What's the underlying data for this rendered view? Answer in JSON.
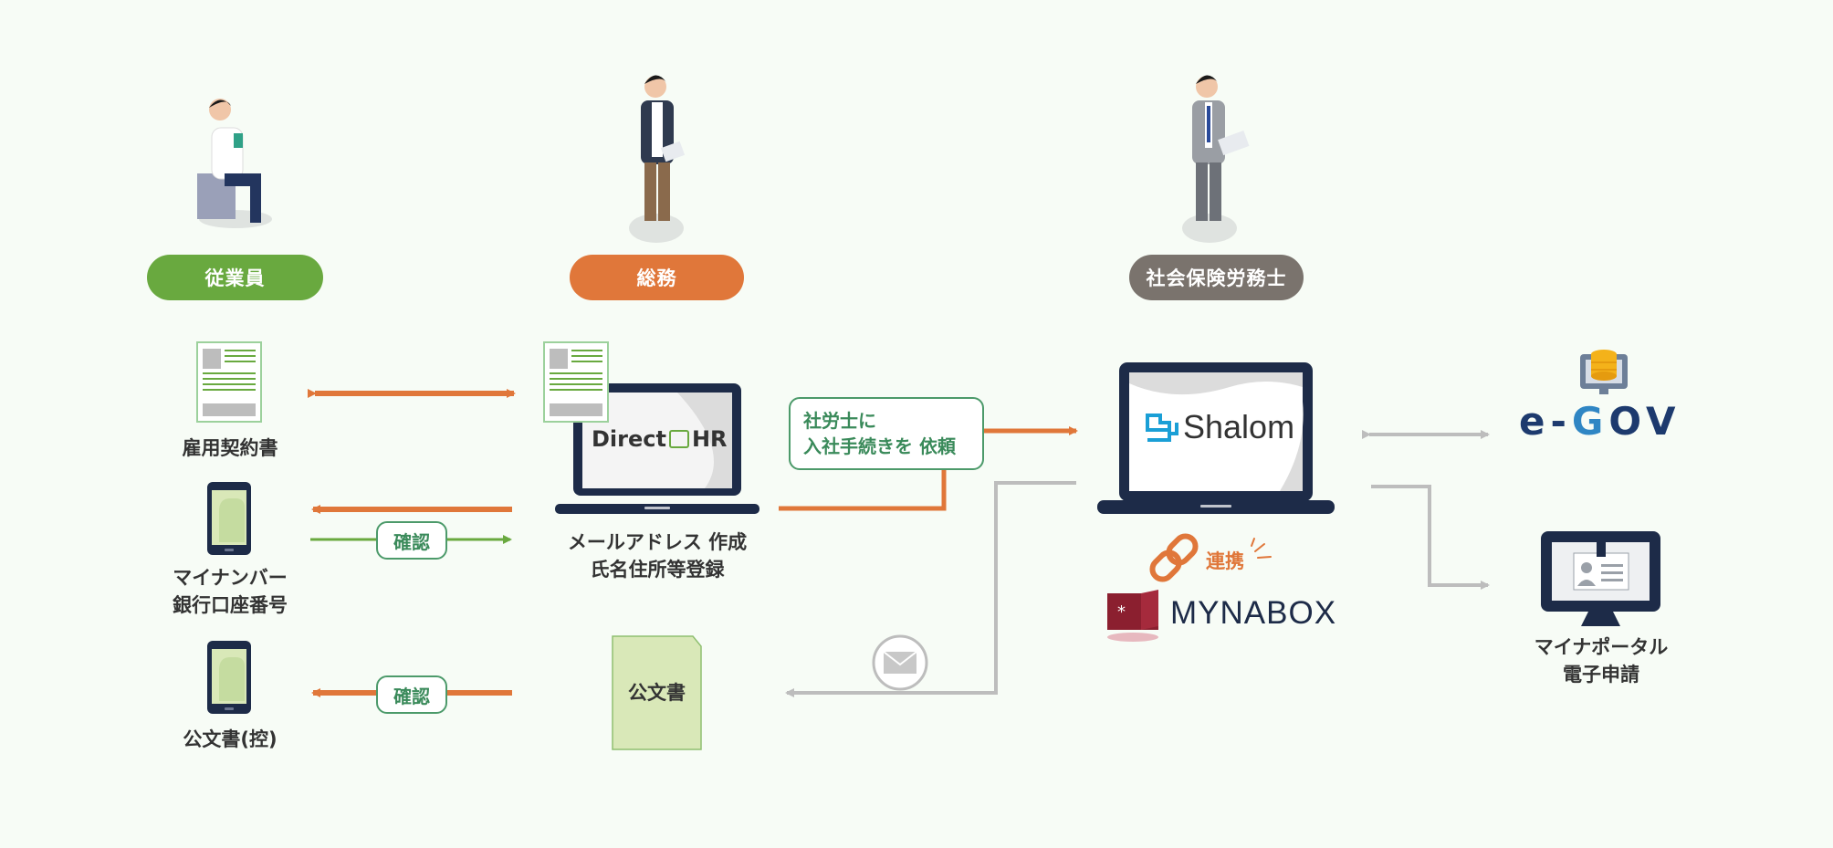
{
  "roles": {
    "employee": "従業員",
    "general_affairs": "総務",
    "sharoushi": "社会保険労務士"
  },
  "labels": {
    "contract": "雇用契約書",
    "mynumber_line1": "マイナンバー",
    "mynumber_line2": "銀行口座番号",
    "official_copy": "公文書(控)",
    "email_line1": "メールアドレス 作成",
    "email_line2": "氏名住所等登録",
    "official_doc": "公文書",
    "request_line1": "社労士に",
    "request_line2": "入社手続きを 依頼",
    "confirm_1": "確認",
    "confirm_2": "確認",
    "renkei": "連携",
    "portal_line1": "マイナポータル",
    "portal_line2": "電子申請"
  },
  "brands": {
    "directhr_a": "Direct",
    "directhr_b": "HR",
    "shalom": "Shalom",
    "mynabox": "MYNABOX",
    "egov_a": "e-",
    "egov_b": "G",
    "egov_c": "OV"
  },
  "colors": {
    "green": "#69a93f",
    "orange": "#e0773a",
    "gray": "#7a736d",
    "navy": "#1d2b48",
    "arrow_gray": "#bdbdbd"
  }
}
